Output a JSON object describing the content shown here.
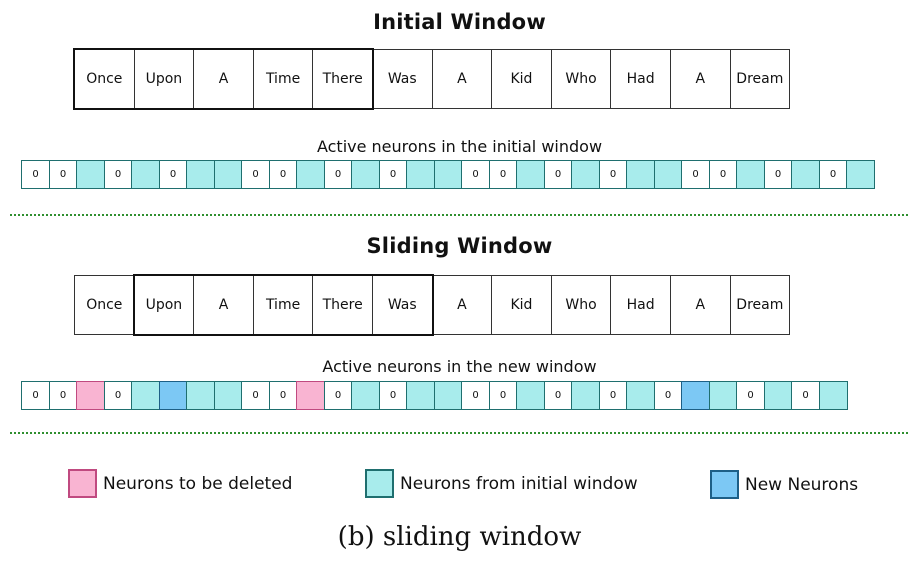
{
  "initial": {
    "title": "Initial Window",
    "subtitle": "Active neurons in the initial window"
  },
  "sliding": {
    "title": "Sliding Window",
    "subtitle": "Active neurons in the new window"
  },
  "tokens": [
    "Once",
    "Upon",
    "A",
    "Time",
    "There",
    "Was",
    "A",
    "Kid",
    "Who",
    "Had",
    "A",
    "Dream"
  ],
  "initial_window": {
    "start": 0,
    "count": 5
  },
  "sliding_window": {
    "start": 1,
    "count": 5
  },
  "neurons_initial": [
    "0",
    "0",
    "keep",
    "0",
    "keep",
    "0",
    "keep",
    "keep",
    "0",
    "0",
    "keep",
    "0",
    "keep",
    "0",
    "keep",
    "keep",
    "0",
    "0",
    "keep",
    "0",
    "keep",
    "0",
    "keep",
    "keep",
    "0",
    "0",
    "keep",
    "0",
    "keep",
    "0",
    "keep"
  ],
  "neurons_new": [
    "0",
    "0",
    "del",
    "0",
    "keep",
    "new",
    "keep",
    "keep",
    "0",
    "0",
    "del",
    "0",
    "keep",
    "0",
    "keep",
    "keep",
    "0",
    "0",
    "keep",
    "0",
    "keep",
    "0",
    "keep",
    "0",
    "new",
    "keep",
    "0",
    "keep",
    "0",
    "keep"
  ],
  "zero_label": "0",
  "legend": {
    "deleted": "Neurons to be deleted",
    "initial": "Neurons from initial window",
    "new": "New Neurons"
  },
  "colors": {
    "inactive": "#ffffff",
    "kept": "#a8ecec",
    "deleted": "#f9b4d2",
    "new": "#7cc8f4",
    "divider": "#2f8f2f"
  },
  "caption": "(b) sliding window"
}
